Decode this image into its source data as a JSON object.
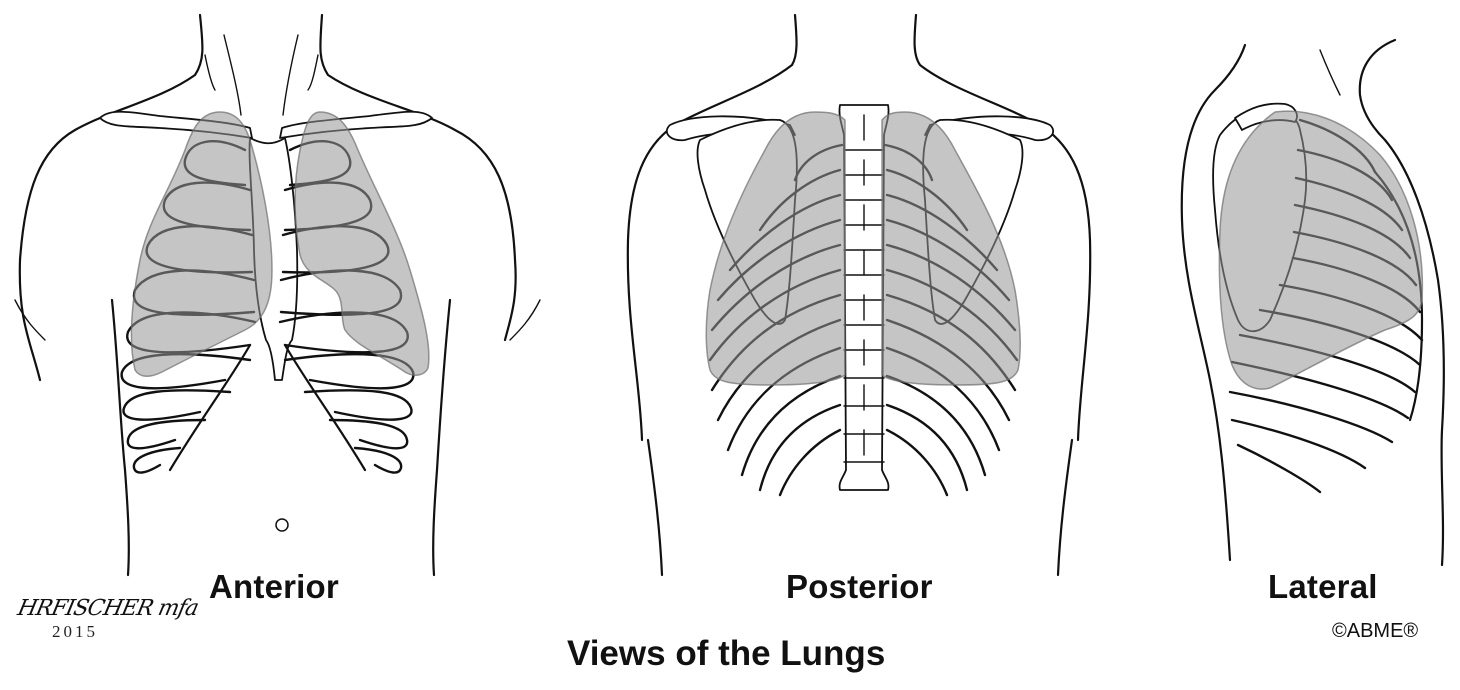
{
  "figure": {
    "title": "Views of the Lungs",
    "views": [
      {
        "id": "anterior",
        "label": "Anterior"
      },
      {
        "id": "posterior",
        "label": "Posterior"
      },
      {
        "id": "lateral",
        "label": "Lateral"
      }
    ],
    "signature": {
      "name": "HRFISCHER mfa",
      "year": "2015"
    },
    "copyright": "©ABME®",
    "colors": {
      "lung_shading": "#bcbcbc",
      "line": "#111111",
      "background": "#ffffff"
    }
  }
}
